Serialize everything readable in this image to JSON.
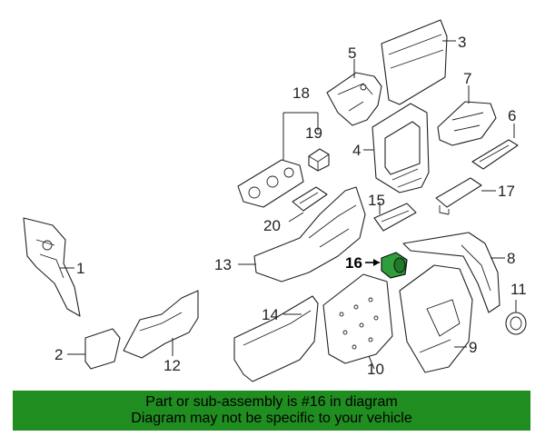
{
  "callouts": {
    "c1": "1",
    "c2": "2",
    "c3": "3",
    "c4": "4",
    "c5": "5",
    "c6": "6",
    "c7": "7",
    "c8": "8",
    "c9": "9",
    "c10": "10",
    "c11": "11",
    "c12": "12",
    "c13": "13",
    "c14": "14",
    "c15": "15",
    "c16": "16",
    "c17": "17",
    "c18": "18",
    "c19": "19",
    "c20": "20"
  },
  "highlighted_part": "16",
  "colors": {
    "banner": "#208d20",
    "highlight_part": "#2e9e3a",
    "line": "#222222"
  },
  "banner": {
    "line1": "Part or sub-assembly is #16 in diagram",
    "line2": "Diagram may not be specific to your vehicle"
  }
}
